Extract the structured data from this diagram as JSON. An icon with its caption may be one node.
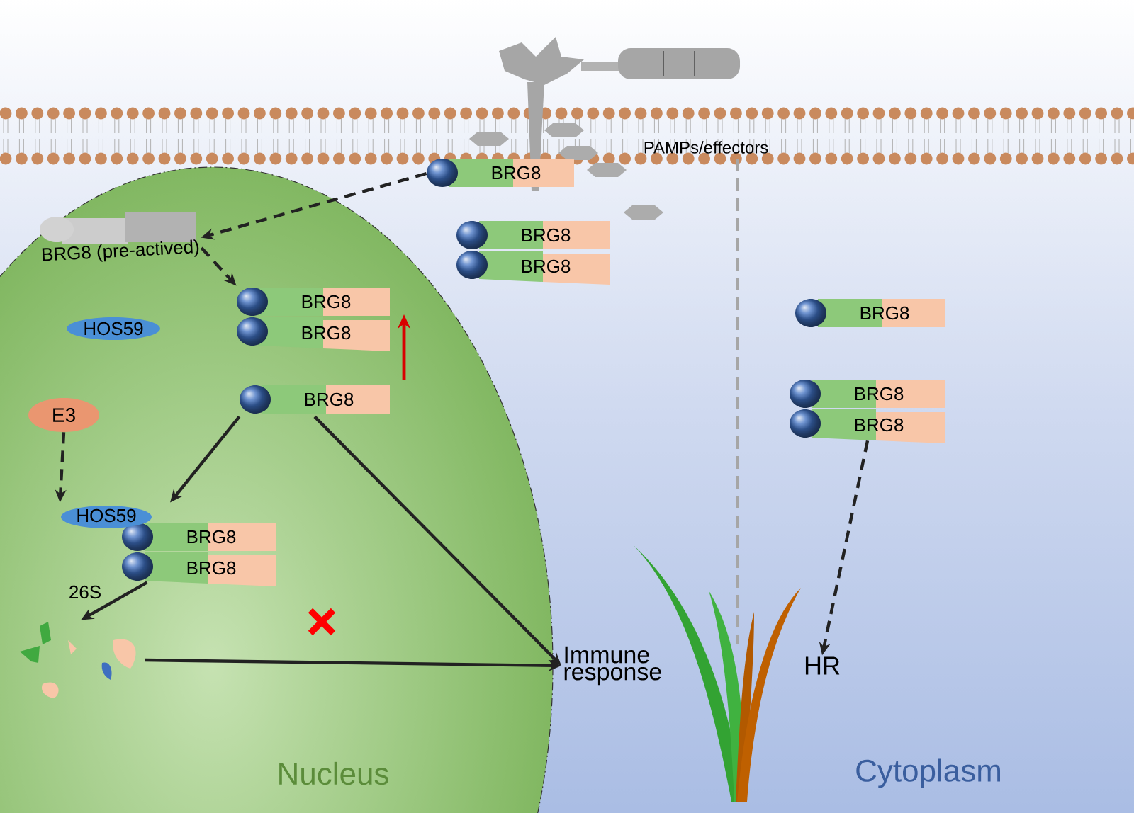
{
  "diagram": {
    "nodes": [
      {
        "text": [
          "Nucleus"
        ]
      },
      {
        "text": [
          "BRG8"
        ]
      },
      {
        "text": [
          "BRG8 (pre-actived)"
        ],
        "in": 0
      },
      {
        "text": [
          "BRG8",
          "BRG8"
        ],
        "in": 0
      },
      {
        "text": [
          "HOS59"
        ],
        "in": 0
      },
      {
        "text": [
          "E3"
        ],
        "in": 0
      },
      {
        "text": [
          "BRG8"
        ],
        "in": 0
      },
      {
        "text": [
          "HOS59",
          "BRG8",
          "BRG8"
        ],
        "in": 0
      },
      {
        "text": [],
        "shape": "picture",
        "in": 0
      },
      {
        "text": [
          "Immune response"
        ]
      },
      {
        "text": [
          "BRG8",
          "BRG8"
        ]
      },
      {
        "text": [
          "BRG8"
        ]
      },
      {
        "text": [
          "BRG8",
          "BRG8"
        ]
      },
      {
        "text": [
          "HR"
        ]
      }
    ],
    "edges": [
      {
        "from": 1,
        "to": 2,
        "arrow": "to",
        "style": "dashed"
      },
      {
        "from": 2,
        "to": 3,
        "arrow": "to",
        "style": "dashed"
      },
      {
        "from": 6,
        "to": 7,
        "arrow": "to"
      },
      {
        "from": 6,
        "to": 9,
        "arrow": "to"
      },
      {
        "from": 5,
        "to": 7,
        "arrow": "to",
        "style": "dashed"
      },
      {
        "from": 7,
        "to": 8,
        "arrow": "to",
        "label": "26S"
      },
      {
        "from": 8,
        "to": 9,
        "arrow": "to"
      },
      {
        "from": 12,
        "to": 13,
        "arrow": "to",
        "style": "dashed"
      }
    ],
    "labels": [
      "PAMPs/effectors",
      "Cytoplasm"
    ]
  }
}
